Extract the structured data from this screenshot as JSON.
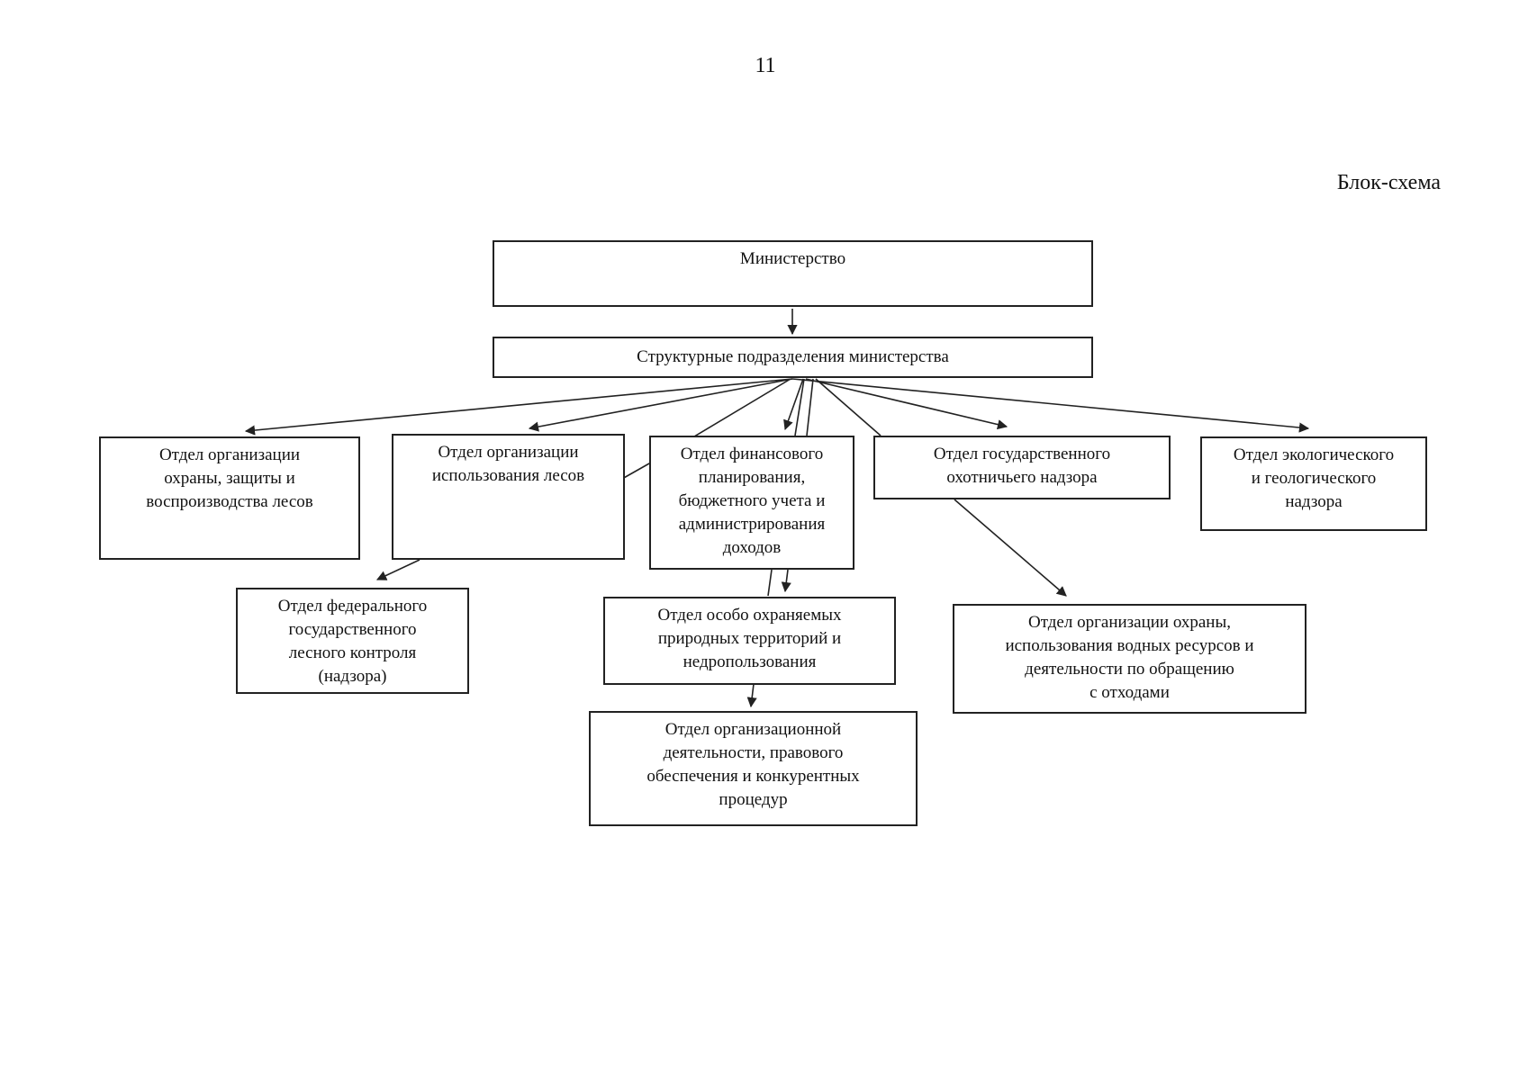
{
  "page_number": "11",
  "title": "Блок-схема",
  "nodes": {
    "ministry": "Министерство",
    "structural_units": "Структурные подразделения министерства",
    "forest_protection": "Отдел организации\nохраны, защиты и\nвоспроизводства лесов",
    "forest_use": "Отдел организации\nиспользования лесов",
    "financial_planning": "Отдел финансового\nпланирования,\nбюджетного учета и\nадминистрирования\nдоходов",
    "hunting_supervision": "Отдел государственного\nохотничьего надзора",
    "ecological_supervision": "Отдел экологического\nи геологического\nнадзора",
    "forest_control": "Отдел федерального\nгосударственного\nлесного контроля\n(надзора)",
    "protected_areas": "Отдел особо охраняемых\nприродных территорий и\nнедропользования",
    "water_resources": "Отдел организации охраны,\nиспользования водных ресурсов и\nдеятельности по обращению\nс отходами",
    "organizational_legal": "Отдел организационной\nдеятельности, правового\nобеспечения и конкурентных\nпроцедур"
  }
}
